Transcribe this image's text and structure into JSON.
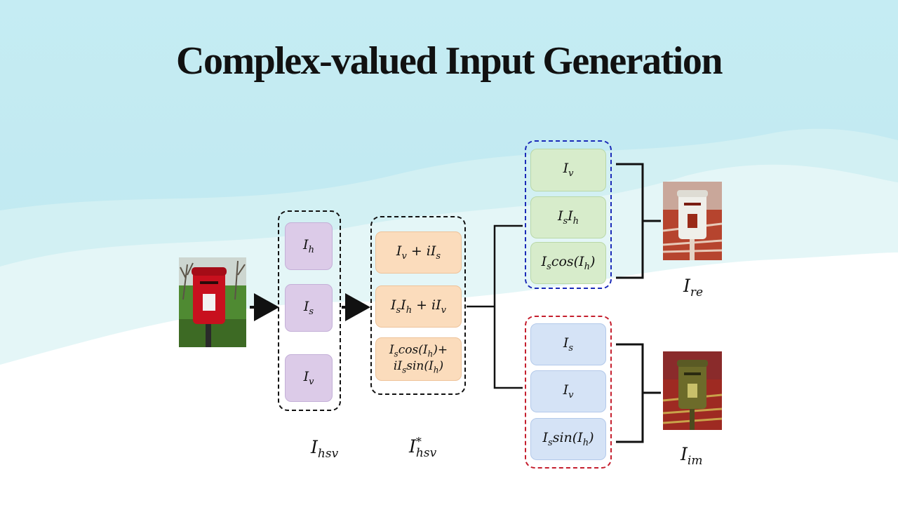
{
  "title": "Complex-valued Input Generation",
  "colors": {
    "sky": "#bfe9f1",
    "purple_box": "#dccbe8",
    "orange_box": "#fbdcbc",
    "green_box": "#d7eccb",
    "blue_box": "#d5e3f6",
    "real_border": "#1a2ab8",
    "imag_border": "#c51f2e"
  },
  "hsv_group": {
    "items": [
      "I_h",
      "I_s",
      "I_v"
    ],
    "label": "I_hsv"
  },
  "complex_group": {
    "items": [
      "I_v + iI_s",
      "I_sI_h + iI_v",
      "I_scos(I_h)+ iI_ssin(I_h)"
    ],
    "label": "I*_hsv"
  },
  "real_group": {
    "items": [
      "I_v",
      "I_sI_h",
      "I_scos(I_h)"
    ],
    "label": "I_re"
  },
  "imag_group": {
    "items": [
      "I_s",
      "I_v",
      "I_ssin(I_h)"
    ],
    "label": "I_im"
  },
  "images": {
    "input": "postbox-photo-icon",
    "real_output": "postbox-real-part-icon",
    "imag_output": "postbox-imag-part-icon"
  }
}
